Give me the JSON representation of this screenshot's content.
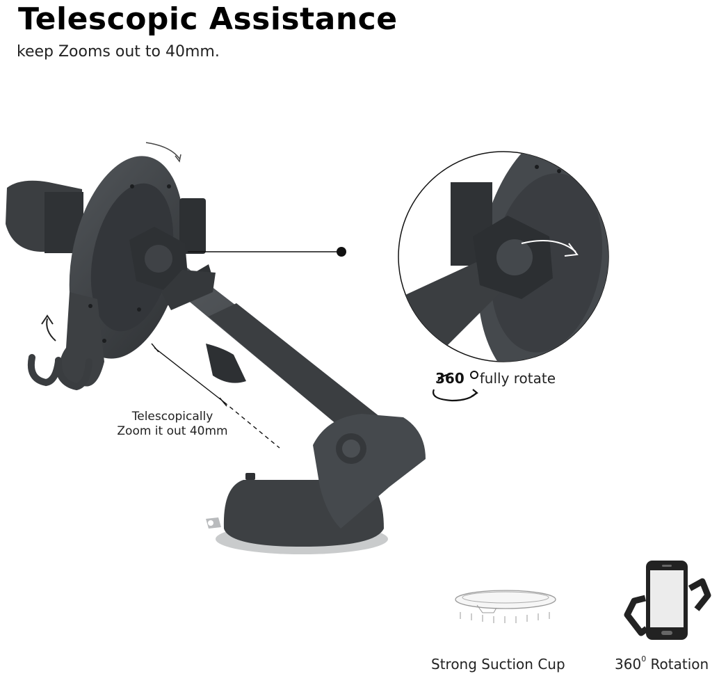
{
  "header": {
    "title": "Telescopic Assistance",
    "subtitle": "keep Zooms out to 40mm."
  },
  "callouts": {
    "zoom_line1": "Telescopically",
    "zoom_line2": "Zoom it out 40mm",
    "rotate_badge_number": "360",
    "rotate_text": "fully rotate"
  },
  "features": {
    "suction_label": "Strong Suction Cup",
    "rotation_prefix": "360",
    "rotation_degree": "0",
    "rotation_word": " Rotation"
  },
  "colors": {
    "product_dark": "#3a3d40",
    "product_mid": "#4a4e52",
    "suction_ring": "#c9cbcc",
    "ink": "#111111"
  }
}
